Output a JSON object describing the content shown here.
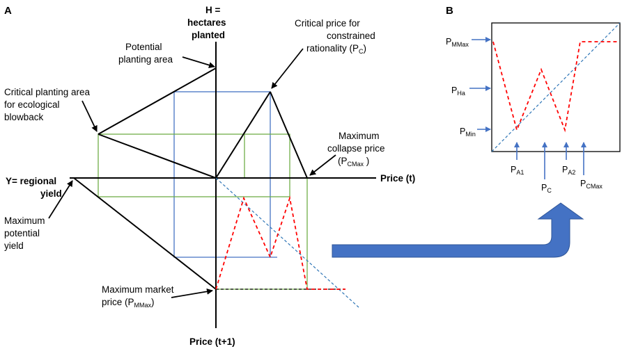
{
  "panels": {
    "a": "A",
    "b": "B"
  },
  "axes": {
    "h_line1": "H =",
    "h_line2": "hectares",
    "h_line3": "planted",
    "y_line1": "Y= regional",
    "y_line2": "yield",
    "price_t": "Price (t)",
    "price_t1": "Price (t+1)"
  },
  "labels": {
    "potential_1": "Potential",
    "potential_2": "planting area",
    "critical_price_1": "Critical price for",
    "critical_price_2": "constrained",
    "critical_price_3": "rationality (P",
    "critical_price_sub": "C",
    "critical_price_end": ")",
    "critical_area_1": "Critical planting area",
    "critical_area_2": "for ecological",
    "critical_area_3": "blowback",
    "max_collapse_1": "Maximum",
    "max_collapse_2": "collapse price",
    "max_collapse_3": "(P",
    "max_collapse_sub": "CMax",
    "max_collapse_end": " )",
    "max_yield_1": "Maximum",
    "max_yield_2": "potential",
    "max_yield_3": "yield",
    "max_market_1": "Maximum market",
    "max_market_2": "price (P",
    "max_market_sub": "MMax",
    "max_market_end": ")"
  },
  "inset": {
    "pmmax": "P",
    "pmmax_sub": "MMax",
    "pha": "P",
    "pha_sub": "Ha",
    "pmin": "P",
    "pmin_sub": "Min",
    "pa1": "P",
    "pa1_sub": "A1",
    "pc": "P",
    "pc_sub": "C",
    "pa2": "P",
    "pa2_sub": "A2",
    "pcmax": "P",
    "pcmax_sub": "CMax"
  },
  "colors": {
    "blue_box": "#4472c4",
    "green_box": "#70ad47",
    "red_dash": "#ff0000",
    "blue_dash": "#2e75b6",
    "arrow": "#4472c4"
  }
}
